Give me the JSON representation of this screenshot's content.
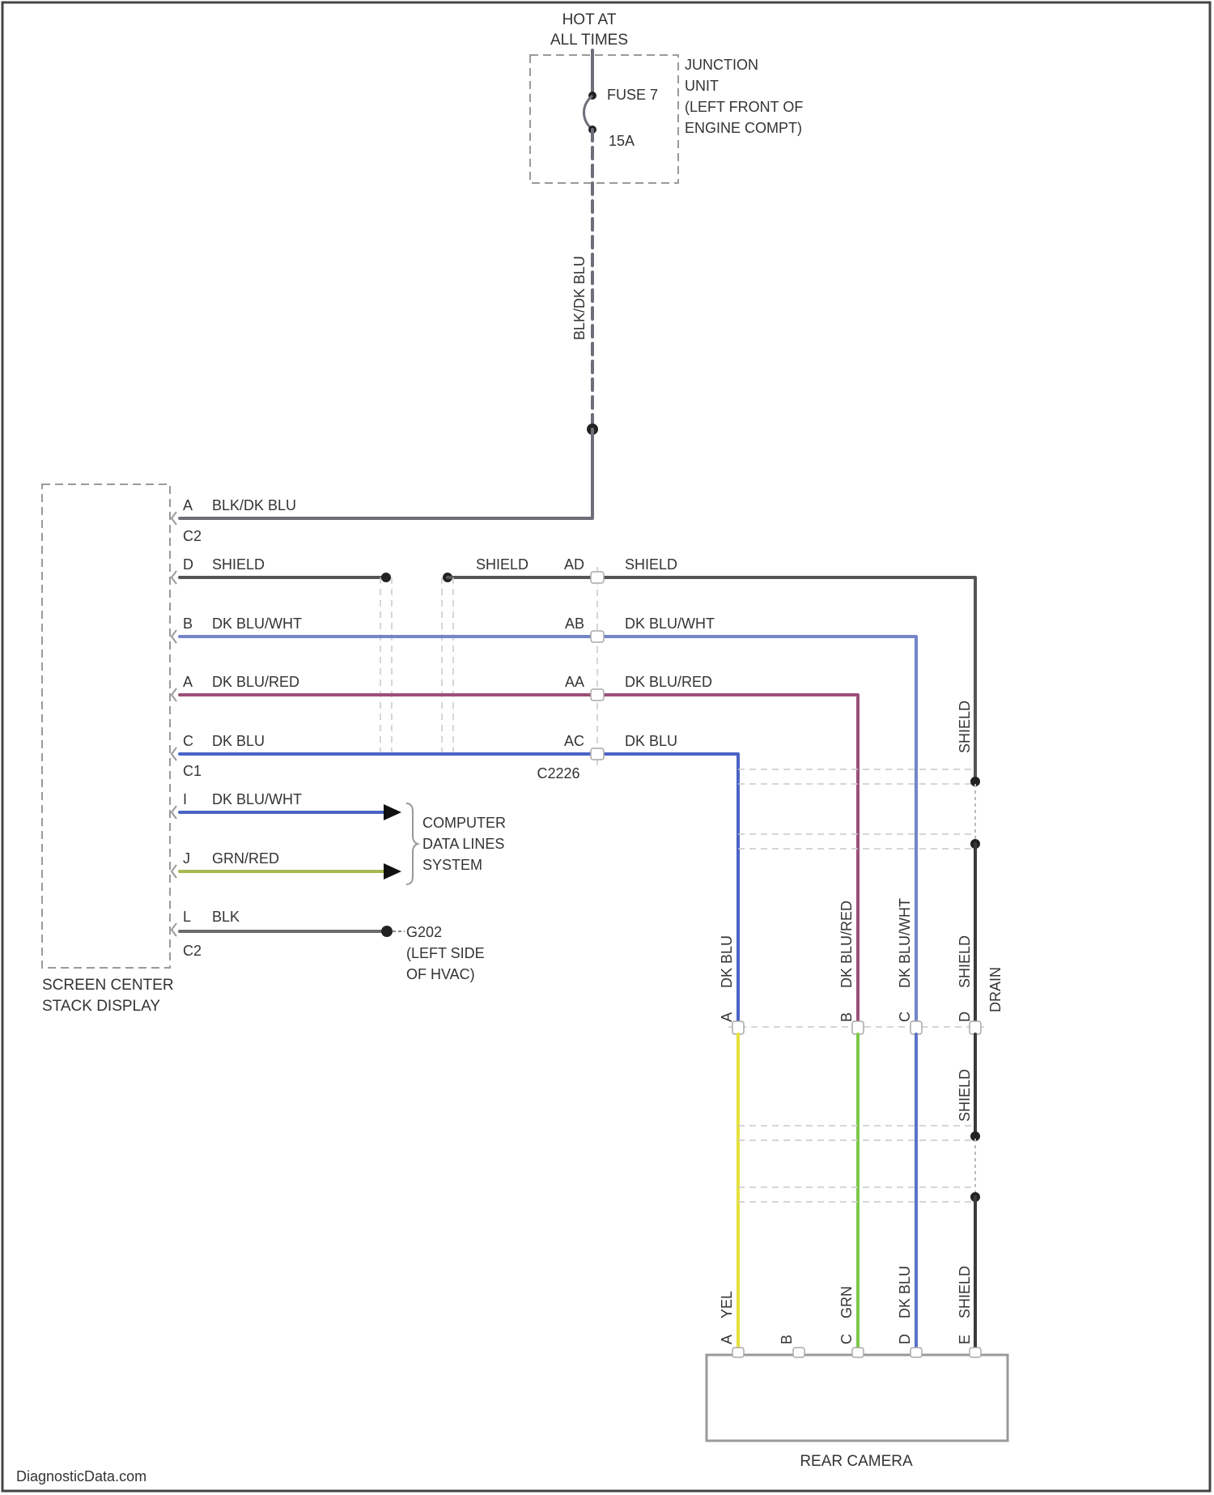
{
  "colors": {
    "black_dk_blu": "#6e6e7a",
    "shield": "#555555",
    "dk_blu_wht": "#7485c9",
    "dk_blu_red": "#9b5078",
    "dk_blu": "#4a64c4",
    "grn_red": "#a8b850",
    "blk": "#6a6a6a",
    "yel": "#e6e23a",
    "grn": "#7cc84a",
    "camera_dk_blu": "#5a72c8",
    "drain": "#3a3a3a"
  },
  "power": {
    "hot_line1": "HOT AT",
    "hot_line2": "ALL TIMES",
    "fuse_label": "FUSE 7",
    "fuse_rating": "15A",
    "junction_line1": "JUNCTION",
    "junction_line2": "UNIT",
    "junction_line3": "(LEFT FRONT OF",
    "junction_line4": "ENGINE COMPT)",
    "feed_wire": "BLK/DK BLU"
  },
  "display": {
    "name_line1": "SCREEN CENTER",
    "name_line2": "STACK DISPLAY",
    "c2_top": "C2",
    "c1": "C1",
    "c2_bottom": "C2",
    "pins": [
      {
        "pin": "A",
        "wire": "BLK/DK BLU"
      },
      {
        "pin": "D",
        "wire": "SHIELD"
      },
      {
        "pin": "B",
        "wire": "DK BLU/WHT"
      },
      {
        "pin": "A",
        "wire": "DK BLU/RED"
      },
      {
        "pin": "C",
        "wire": "DK BLU"
      },
      {
        "pin": "I",
        "wire": "DK BLU/WHT"
      },
      {
        "pin": "J",
        "wire": "GRN/RED"
      },
      {
        "pin": "L",
        "wire": "BLK"
      }
    ]
  },
  "data_lines": {
    "line1": "COMPUTER",
    "line2": "DATA LINES",
    "line3": "SYSTEM"
  },
  "ground": {
    "id": "G202",
    "line2": "(LEFT SIDE",
    "line3": "OF HVAC)"
  },
  "inline_connector": {
    "id": "C2226",
    "rows": [
      {
        "pin": "AD",
        "wire": "SHIELD"
      },
      {
        "pin": "AB",
        "wire": "DK BLU/WHT"
      },
      {
        "pin": "AA",
        "wire": "DK BLU/RED"
      },
      {
        "pin": "AC",
        "wire": "DK BLU"
      }
    ],
    "left_shield": "SHIELD"
  },
  "vertical_labels": {
    "shield_upper": "SHIELD",
    "wire_dk_blu": "DK BLU",
    "wire_dk_blu_red": "DK BLU/RED",
    "wire_dk_blu_wht": "DK BLU/WHT",
    "wire_shield": "SHIELD",
    "drain": "DRAIN",
    "shield_mid": "SHIELD",
    "pin_a": "A",
    "pin_b": "B",
    "pin_c": "C",
    "pin_d": "D"
  },
  "camera": {
    "name": "REAR CAMERA",
    "pins": [
      {
        "pin": "A",
        "wire": "YEL"
      },
      {
        "pin": "B",
        "wire": ""
      },
      {
        "pin": "C",
        "wire": "GRN"
      },
      {
        "pin": "D",
        "wire": "DK BLU"
      },
      {
        "pin": "E",
        "wire": "SHIELD"
      }
    ]
  },
  "footer": {
    "watermark": "DiagnosticData.com"
  }
}
